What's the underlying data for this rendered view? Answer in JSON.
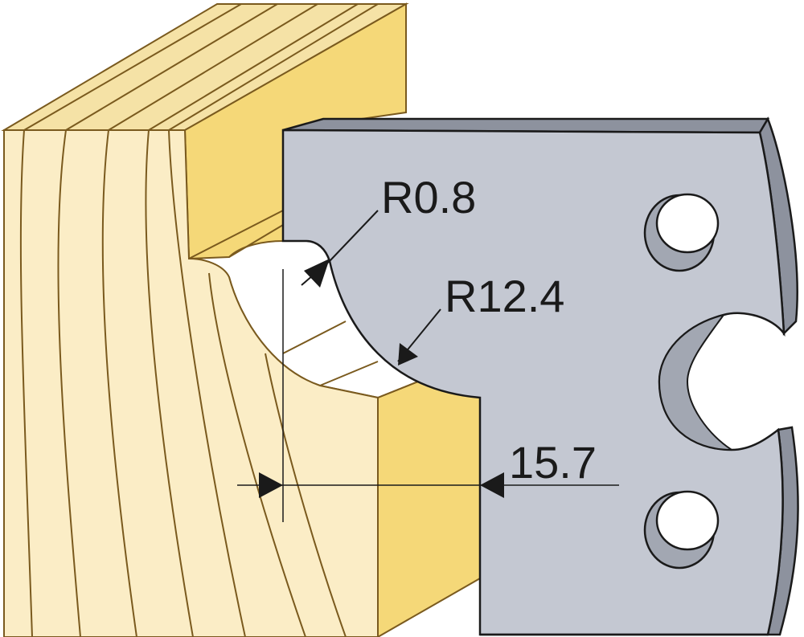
{
  "dimensions": {
    "radius_small": "R0.8",
    "radius_large": "R12.4",
    "depth": "15.7"
  },
  "colors": {
    "wood_front": "#fbedc6",
    "wood_top": "#f5e2a6",
    "wood_profile": "#f5d878",
    "wood_grain": "#7a5a1e",
    "knife_face": "#c4c8d2",
    "knife_edge": "#8d929e",
    "knife_hole_shadow": "#a2a7b2",
    "outline": "#1a1a1a"
  }
}
